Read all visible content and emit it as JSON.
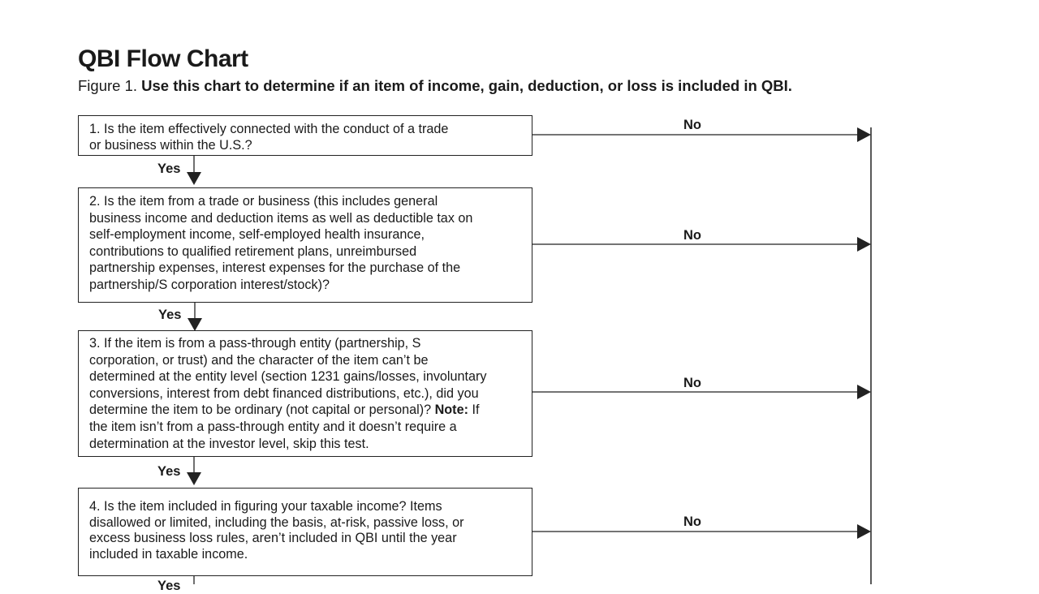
{
  "title": "QBI Flow Chart",
  "subtitle": {
    "figure_label": "Figure 1.",
    "caption": "Use this chart to determine if an item of income, gain, deduction, or loss is included in QBI."
  },
  "steps": [
    {
      "lines": [
        "1. Is the item effectively connected with the conduct of a trade",
        "or business within the U.S.?"
      ],
      "no_label": "No",
      "yes_label": "Yes"
    },
    {
      "lines": [
        "2. Is the item from a trade or business (this includes general",
        "business income and deduction items as well as deductible tax on",
        "self-employment income, self-employed health insurance,",
        "contributions to qualified retirement plans, unreimbursed",
        "partnership expenses, interest expenses for the purchase of the",
        "partnership/S corporation interest/stock)?"
      ],
      "no_label": "No",
      "yes_label": "Yes"
    },
    {
      "lines": [
        "3. If the item is from a pass-through entity (partnership, S",
        "corporation, or trust) and the character of the item can’t be",
        "determined at the entity level (section 1231 gains/losses, involuntary",
        "conversions, interest from debt financed distributions, etc.), did you",
        "determine the item to be ordinary (not capital or personal)?"
      ],
      "note_label": "Note:",
      "note_after": "If",
      "tail_lines": [
        "the item isn’t from a pass-through entity and it doesn’t require a",
        "determination at the investor level, skip this test."
      ],
      "no_label": "No",
      "yes_label": "Yes"
    },
    {
      "lines": [
        "4. Is the item included in figuring your taxable income? Items",
        "disallowed or limited, including the basis, at-risk, passive loss, or",
        "excess business loss rules, aren’t included in QBI until the year",
        "included in taxable income."
      ],
      "no_label": "No",
      "yes_label": "Yes"
    }
  ]
}
